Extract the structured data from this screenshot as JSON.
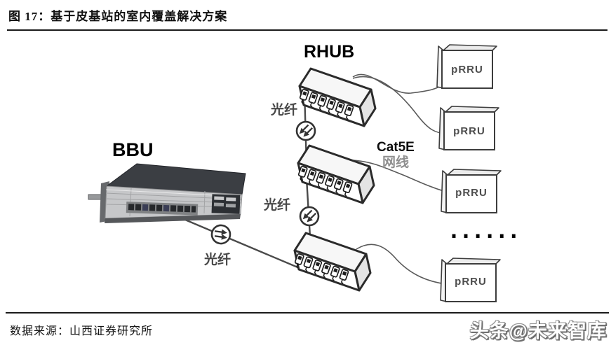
{
  "figure": {
    "title": "图  17：基于皮基站的室内覆盖解决方案",
    "source": "数据来源：山西证券研究所",
    "watermark": "头条@未来智库"
  },
  "diagram": {
    "bbu_label": "BBU",
    "rhub_label": "RHUB",
    "prru_labels": [
      "pRRU",
      "pRRU",
      "pRRU",
      "pRRU"
    ],
    "fiber_labels": [
      "光纤",
      "光纤",
      "光纤"
    ],
    "cat5e_label": "Cat5E",
    "cat5e_sub_label": "网线",
    "ellipsis": "......",
    "colors": {
      "line": "#5a5a5a",
      "box_stroke": "#2b2b2b",
      "coupler_stroke": "#333333",
      "bbu_top": "#3b3e43",
      "bbu_front": "#c6c7c9"
    }
  }
}
